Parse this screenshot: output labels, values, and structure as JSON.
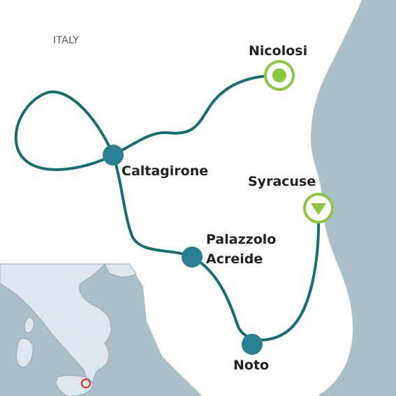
{
  "map": {
    "country_label": "ITALY",
    "colors": {
      "sea": "#a9bfc9",
      "land": "#ffffff",
      "route": "#166e72",
      "stop": "#2b7f93",
      "endpoint_green": "#8cc63f",
      "inset_land": "#dde7ec",
      "inset_border": "#8fa4ae",
      "inset_marker": "#d7262e"
    },
    "stops": {
      "nicolosi": {
        "label": "Nicolosi",
        "marker": "start-circle-icon"
      },
      "caltagirone": {
        "label": "Caltagirone",
        "marker": "stop-dot-icon"
      },
      "palazzolo": {
        "label_line1": "Palazzolo",
        "label_line2": "Acreide",
        "marker": "stop-dot-icon"
      },
      "noto": {
        "label": "Noto",
        "marker": "stop-dot-icon"
      },
      "syracuse": {
        "label": "Syracuse",
        "marker": "end-triangle-icon"
      }
    },
    "inset": {
      "marker": "location-circle-icon"
    }
  }
}
